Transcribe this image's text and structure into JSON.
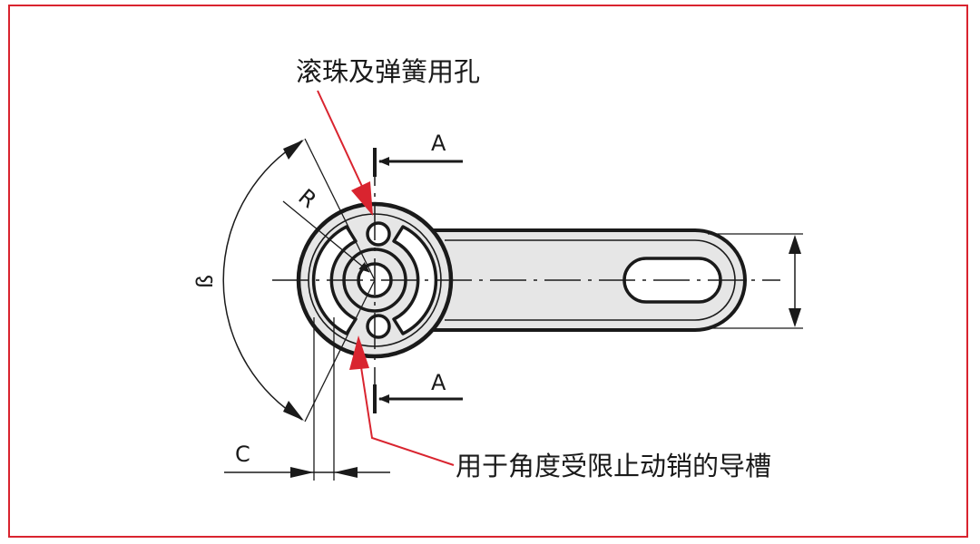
{
  "labels": {
    "top_callout": "滚珠及弹簧用孔",
    "bottom_callout": "用于角度受限止动销的导槽"
  },
  "dimensions": {
    "section_top": "A",
    "section_bottom": "A",
    "radius": "R",
    "angle": "ß",
    "offset": "C"
  },
  "colors": {
    "frame": "#d9242f",
    "callout": "#d9242f",
    "part_fill": "#e6e6e6",
    "line": "#1a1a1a"
  }
}
